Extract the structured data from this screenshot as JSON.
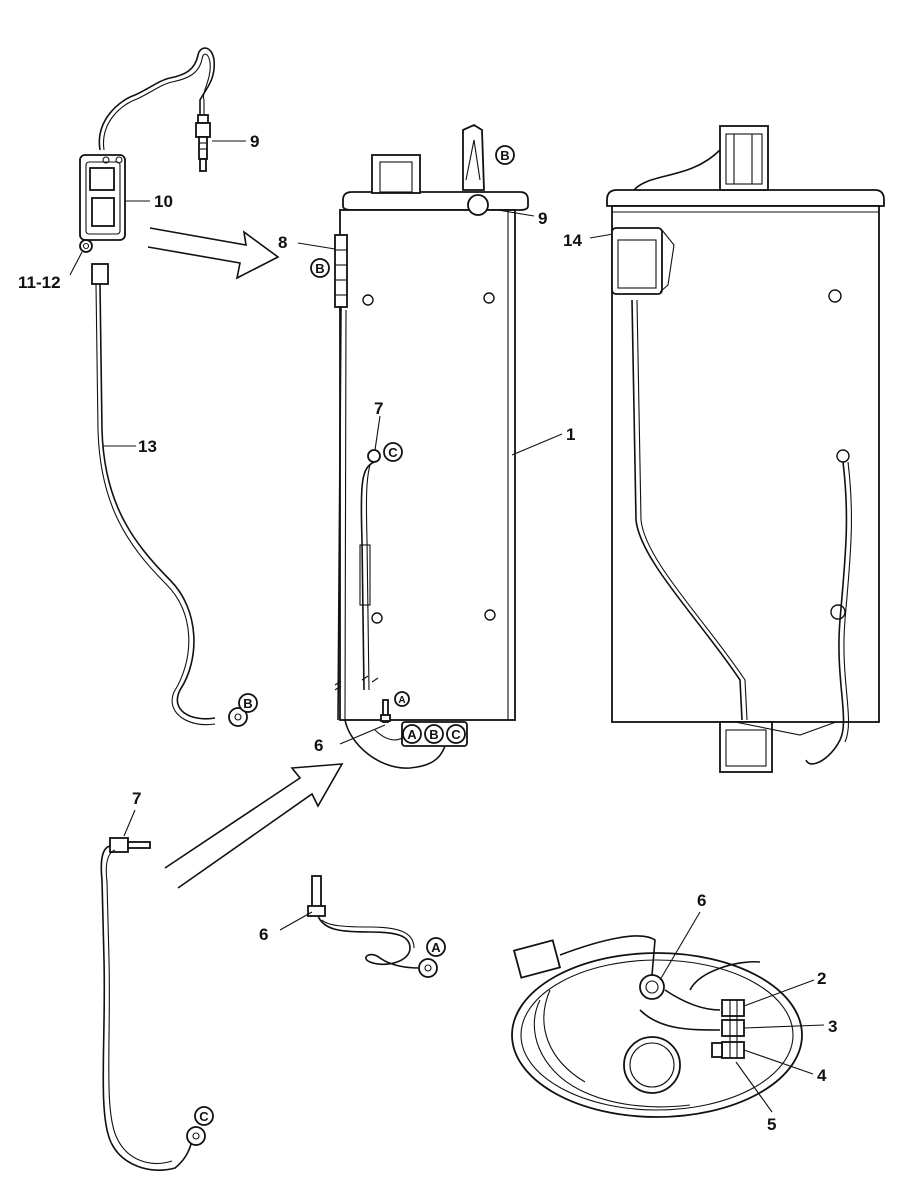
{
  "callouts": {
    "c9_top": "9",
    "c10": "10",
    "c11_12": "11-12",
    "c13": "13",
    "c8": "8",
    "c9_tank": "9",
    "c14": "14",
    "c7_tank": "7",
    "c1": "1",
    "c6_tank": "6",
    "c7_detail": "7",
    "c6_detail": "6",
    "c6_oval": "6",
    "c2": "2",
    "c3": "3",
    "c4": "4",
    "c5": "5"
  },
  "connectors": {
    "b_top": "B",
    "b_side": "B",
    "b_cable": "B",
    "c_tank": "C",
    "c_cable": "C",
    "a_tank": "A",
    "a_cable": "A",
    "abc_a": "A",
    "abc_b": "B",
    "abc_c": "C"
  }
}
